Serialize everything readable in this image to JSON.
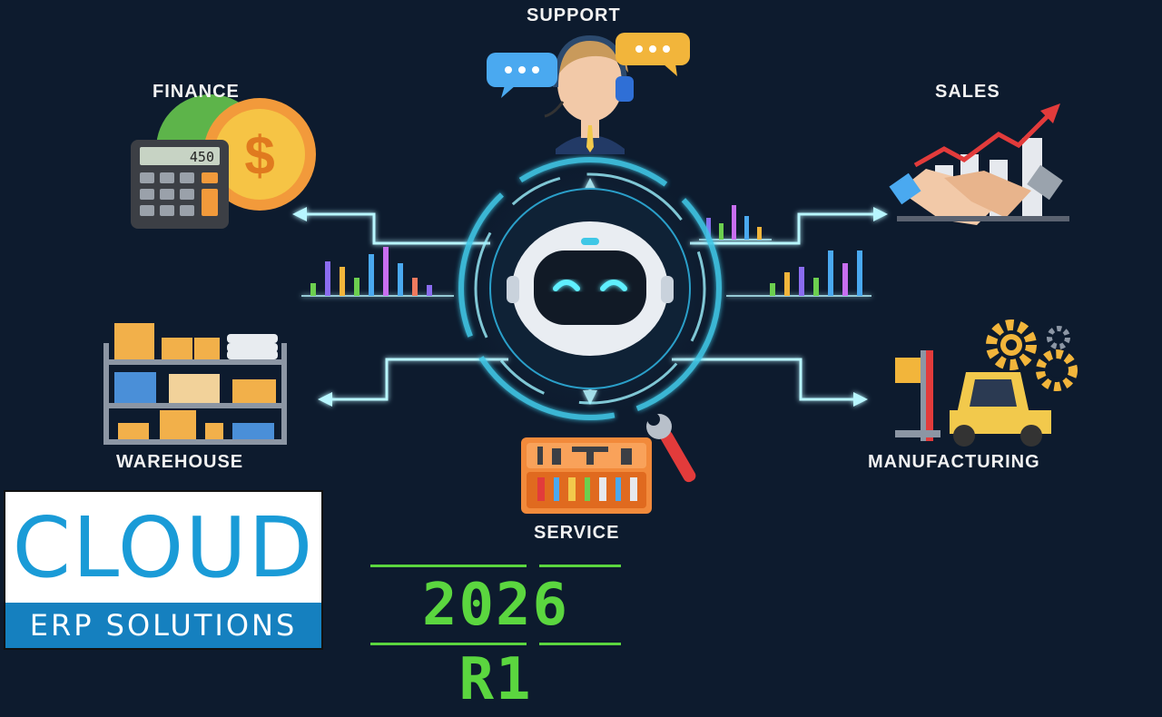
{
  "nodes": {
    "support": "SUPPORT",
    "finance": "FINANCE",
    "sales": "SALES",
    "warehouse": "WAREHOUSE",
    "manufacturing": "MANUFACTURING",
    "service": "SERVICE"
  },
  "calculator_display": "450",
  "coin_symbol": "$",
  "logo": {
    "word": "CLOUD",
    "subtitle": "ERP SOLUTIONS"
  },
  "release": "2026 R1",
  "colors": {
    "background": "#0d1b2e",
    "glow": "#9ef3ff",
    "ring": "#3fc7e6",
    "logo_blue": "#1a9bd7",
    "release_green": "#5bd63f"
  }
}
